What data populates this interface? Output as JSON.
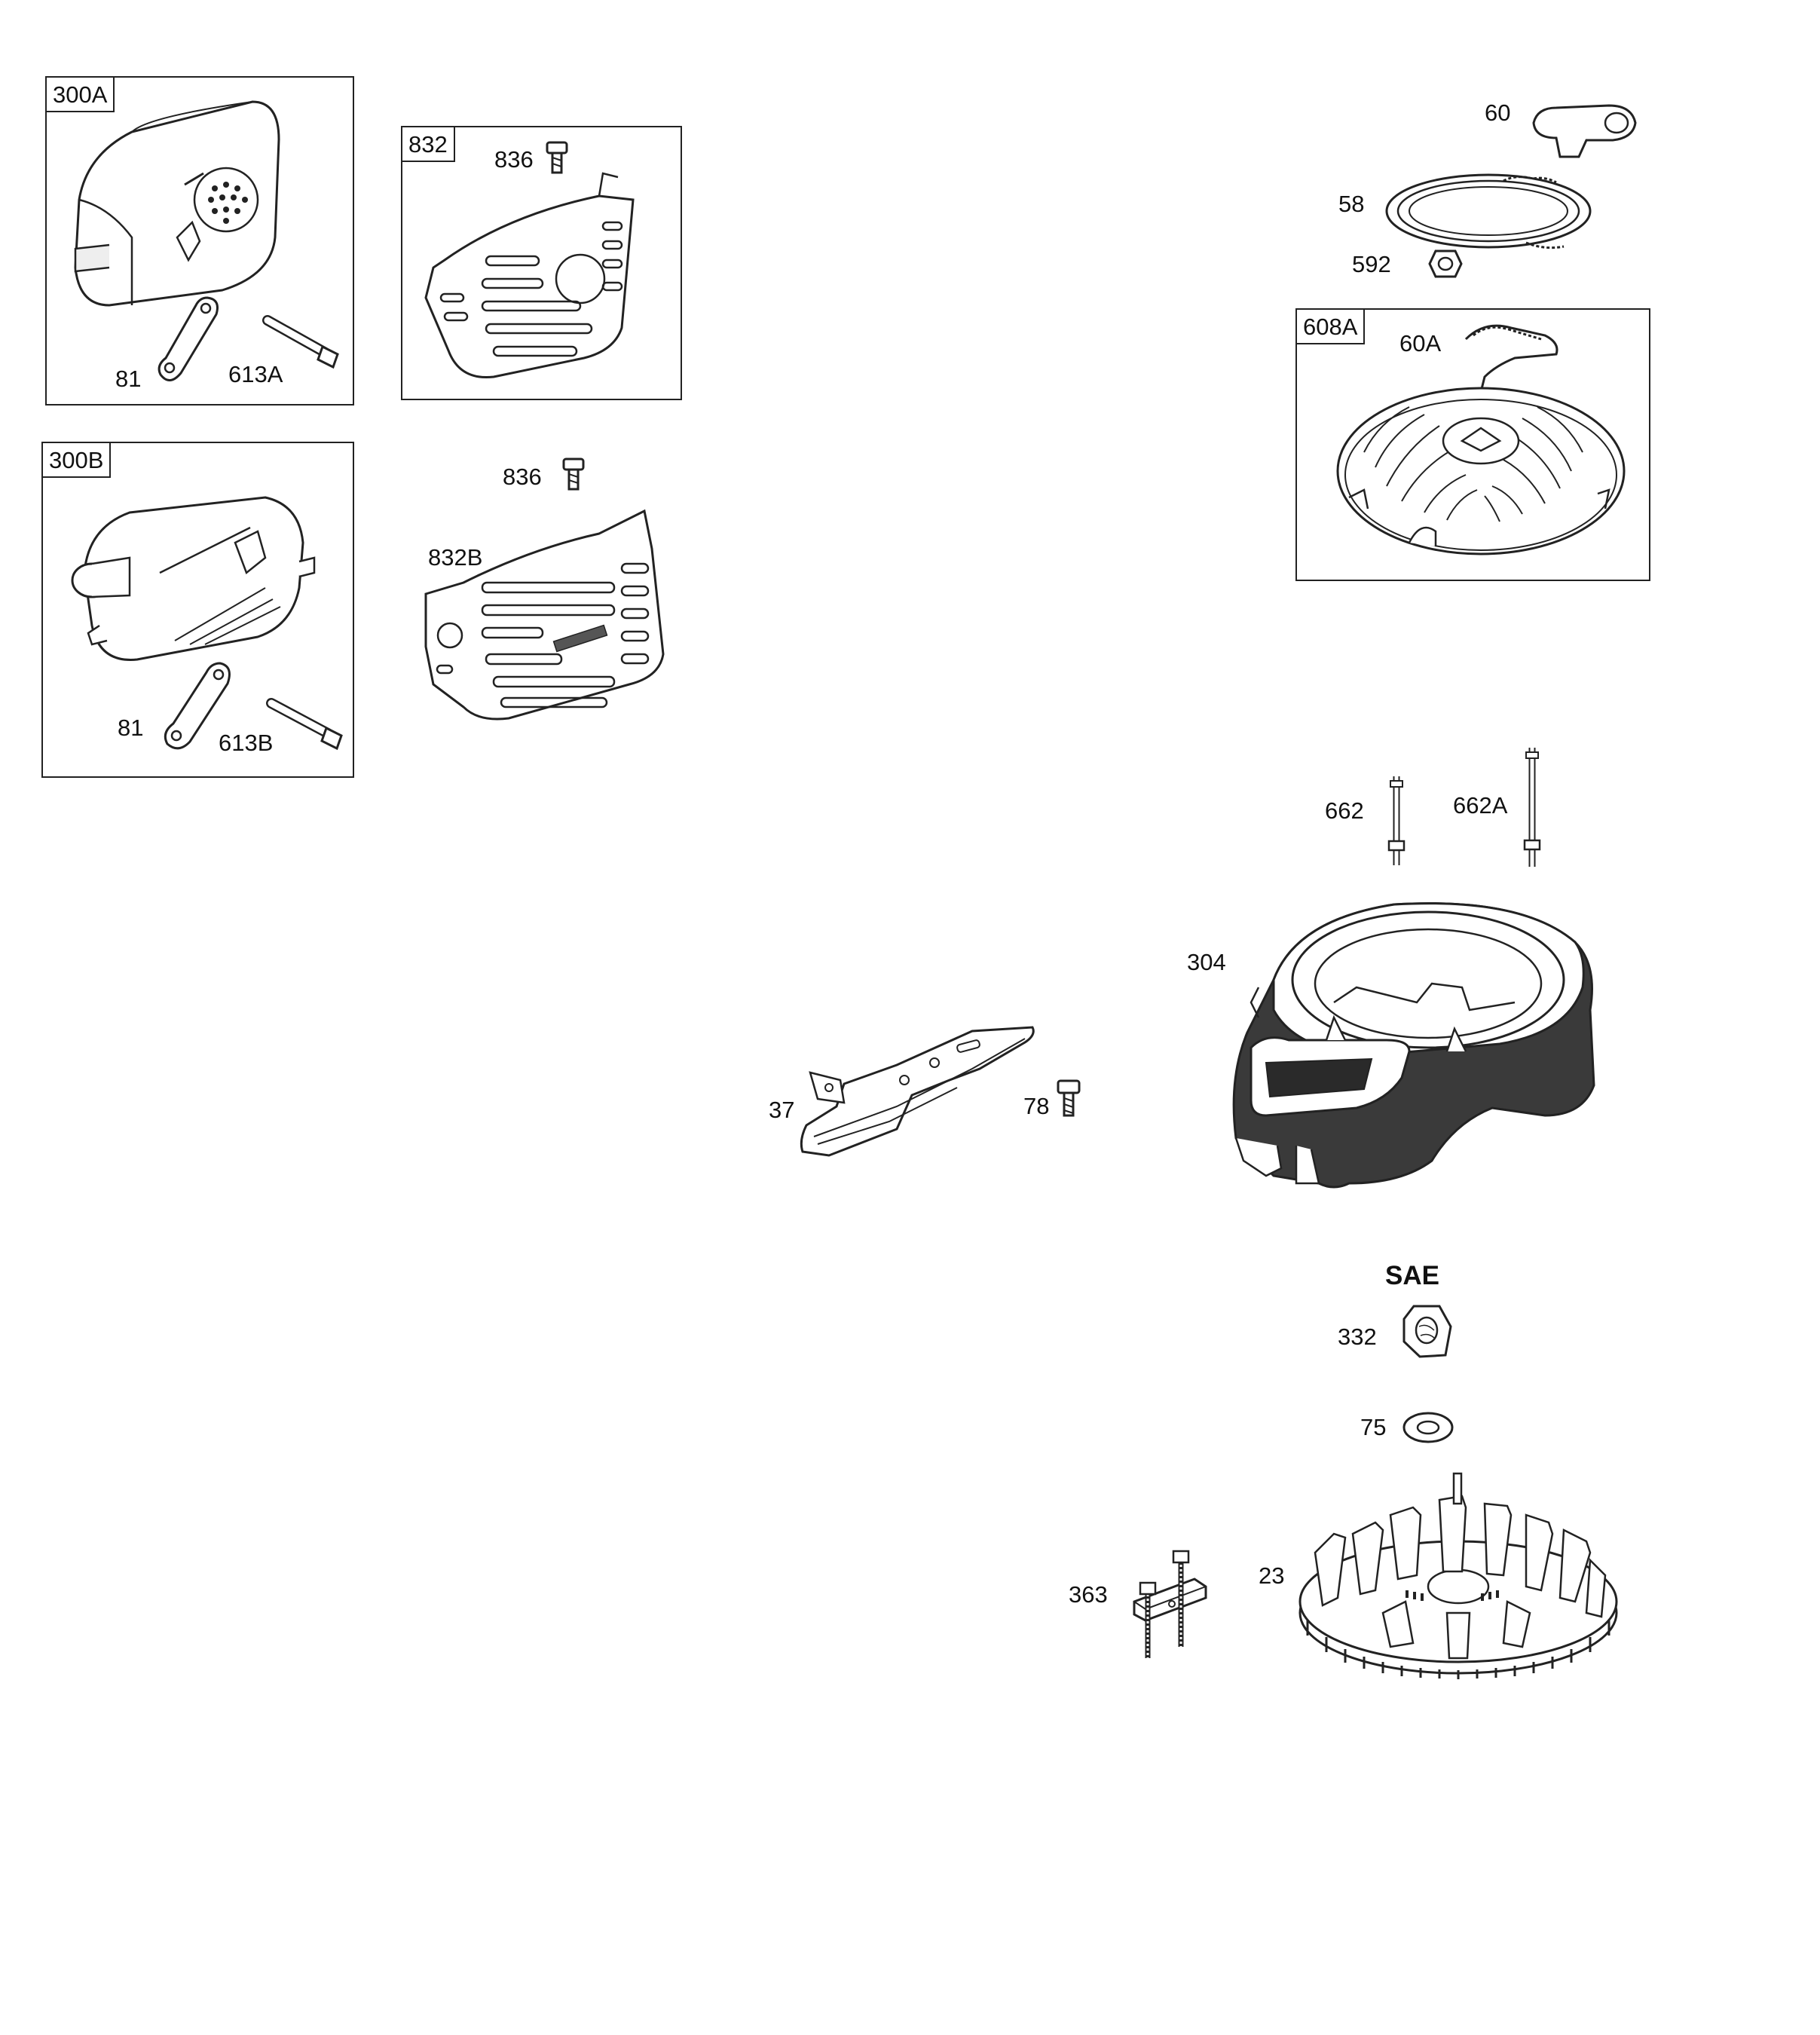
{
  "groups": {
    "g300A": "300A",
    "g832": "832",
    "g300B": "300B",
    "g608A": "608A"
  },
  "callouts": {
    "c81a": "81",
    "c613A": "613A",
    "c836a": "836",
    "c81b": "81",
    "c613B": "613B",
    "c836b": "836",
    "c832B": "832B",
    "c60": "60",
    "c58": "58",
    "c592": "592",
    "c60A": "60A",
    "c662": "662",
    "c662A": "662A",
    "c304": "304",
    "c37": "37",
    "c78": "78",
    "c332": "332",
    "c75": "75",
    "c363": "363",
    "c23": "23"
  },
  "notes": {
    "sae": "SAE"
  },
  "style": {
    "line_color": "#222222",
    "fill_light": "#f2f2f2",
    "fill_dark": "#3a3a3a"
  }
}
